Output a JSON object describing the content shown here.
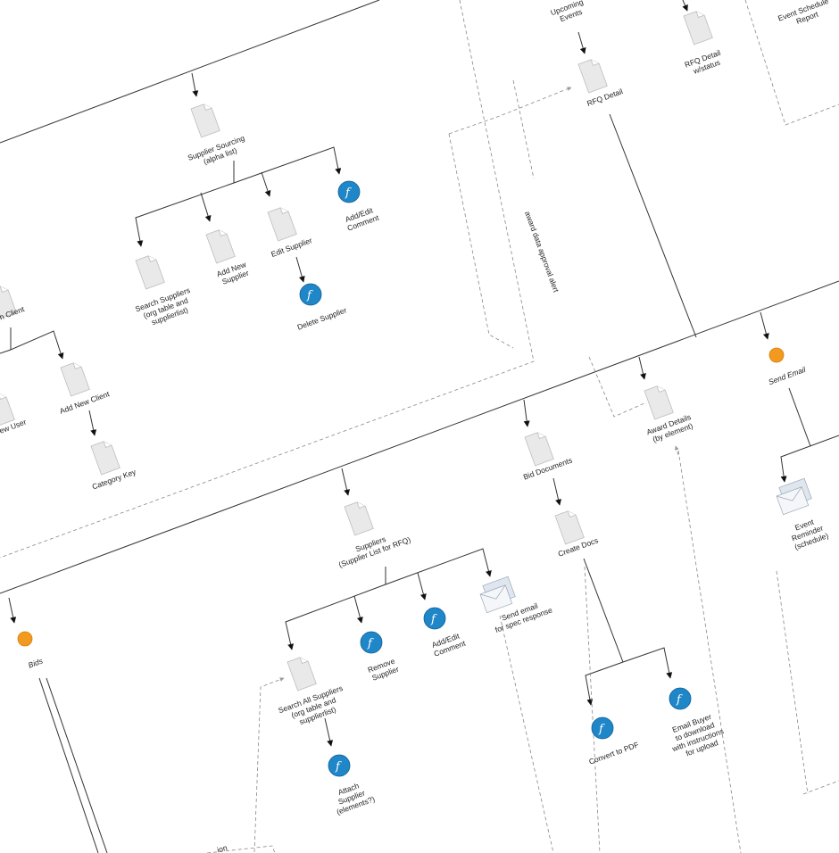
{
  "diagram": {
    "nodes": {
      "upcoming_events": [
        "Upcoming",
        "Events"
      ],
      "rfq_detail_status": [
        "RFQ Detail",
        "w/status"
      ],
      "event_schedule_report": [
        "Event Schedule",
        "Report"
      ],
      "rfq_detail": [
        "RFQ Detail"
      ],
      "supplier_sourcing": [
        "Supplier Sourcing",
        "(alpha list)"
      ],
      "search_suppliers": [
        "Search Suppliers",
        "(org table and",
        "supplierlist)"
      ],
      "add_new_supplier": [
        "Add New",
        "Supplier"
      ],
      "edit_supplier": [
        "Edit Supplier"
      ],
      "add_edit_comment_top": [
        "Add/Edit",
        "Comment"
      ],
      "delete_supplier": [
        "Delete Supplier"
      ],
      "search_client_partial": [
        "h Client"
      ],
      "add_new_client": [
        "Add New Client"
      ],
      "new_user_partial": [
        "ew User"
      ],
      "category_key": [
        "Category Key"
      ],
      "award_details": [
        "Award Details",
        "(by element)"
      ],
      "send_email_event": [
        "Send Email"
      ],
      "event_reminder": [
        "Event",
        "Reminder",
        "(schedule)"
      ],
      "bid_documents": [
        "Bid Documents"
      ],
      "create_docs": [
        "Create Docs"
      ],
      "suppliers_list": [
        "Suppliers",
        "(Supplier List for RFQ)"
      ],
      "bids_event": [
        "Bids"
      ],
      "search_all_suppliers": [
        "Search All Suppliers",
        "(org table and",
        "supplierlist)"
      ],
      "remove_supplier": [
        "Remove",
        "Supplier"
      ],
      "add_edit_comment_bottom": [
        "Add/Edit",
        "Comment"
      ],
      "send_email_spec": [
        "Send email",
        "for spec response"
      ],
      "attach_supplier": [
        "Attach",
        "Supplier",
        "(elements?)"
      ],
      "convert_to_pdf": [
        "Convert to PDF"
      ],
      "email_buyer": [
        "Email Buyer",
        "to download",
        "with instructions",
        "for upload"
      ]
    },
    "annotations": {
      "award_alert": "award data approval alert",
      "corner_partial": "ion"
    },
    "icons": {
      "document": "document-icon",
      "function": "function-icon",
      "event": "event-dot-icon",
      "email": "email-icon"
    },
    "colors": {
      "function": "#1f86c8",
      "event": "#f29a1f",
      "document": "#e9e9e9"
    }
  }
}
